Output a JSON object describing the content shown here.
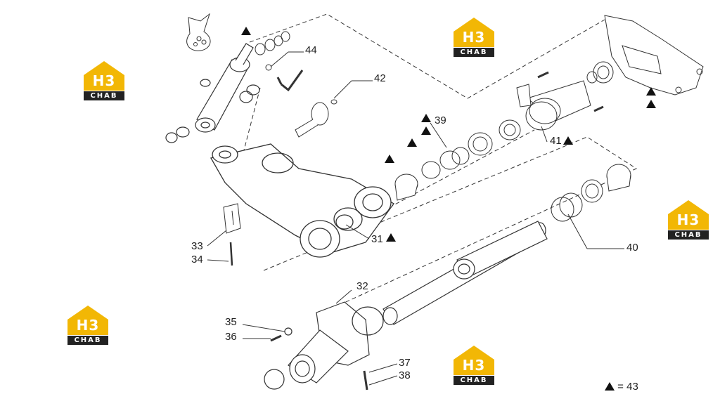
{
  "callouts": {
    "c31": "31",
    "c32": "32",
    "c33": "33",
    "c34": "34",
    "c35": "35",
    "c36": "36",
    "c37": "37",
    "c38": "38",
    "c39": "39",
    "c40": "40",
    "c41": "41",
    "c42": "42",
    "c44": "44"
  },
  "legend": {
    "text": "= 43"
  },
  "watermark": {
    "top": "H3",
    "bottom": "CHAB"
  },
  "colors": {
    "logo_yellow": "#f2b705",
    "logo_dark": "#222222",
    "line": "#333333"
  }
}
